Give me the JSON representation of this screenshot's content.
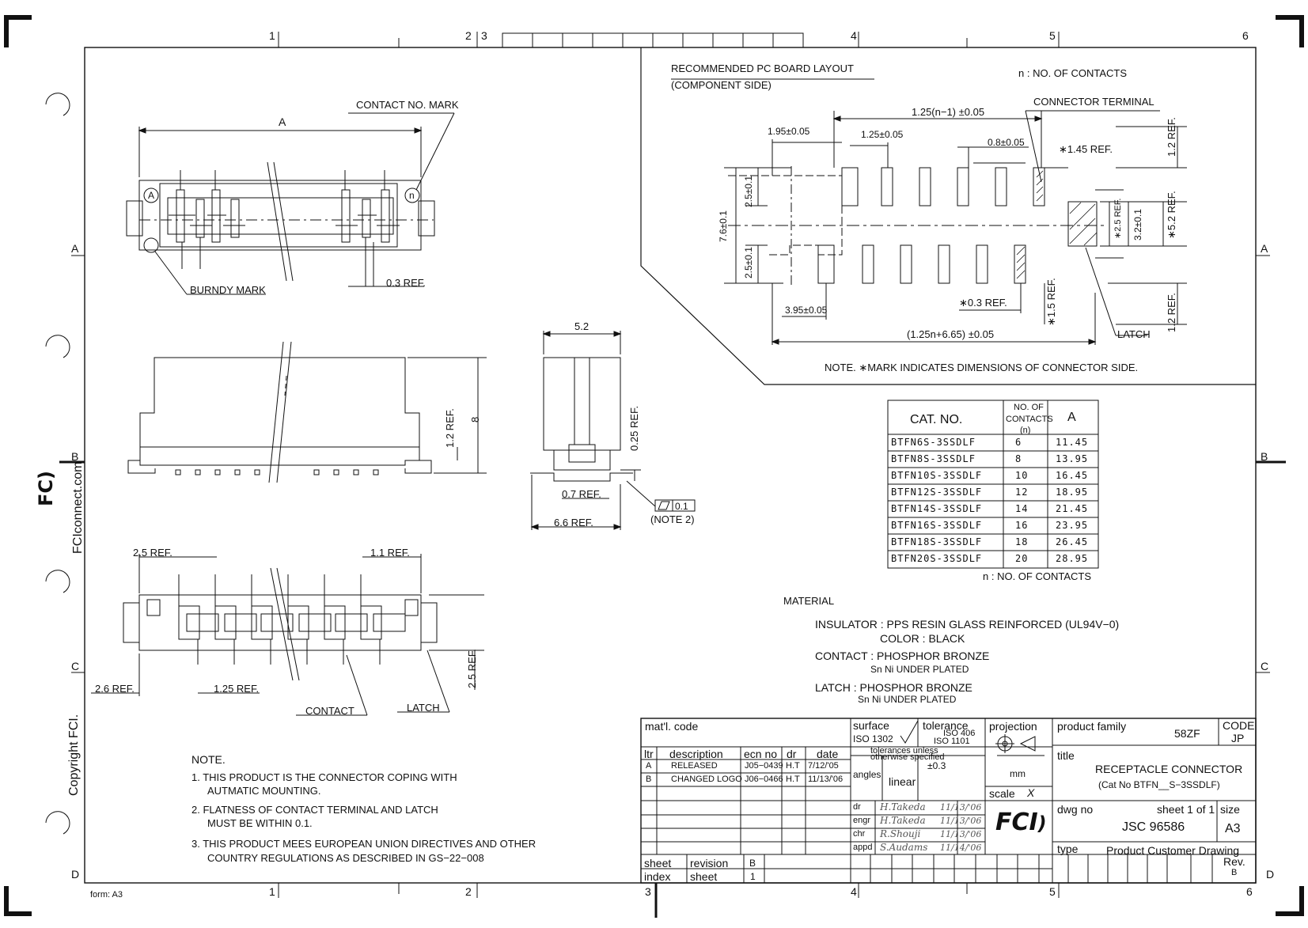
{
  "frame": {
    "cols_top": [
      "1",
      "2",
      "3",
      "4",
      "5",
      "6"
    ],
    "cols_bottom": [
      "1",
      "2",
      "3",
      "4",
      "5",
      "6"
    ],
    "rows": [
      "A",
      "B",
      "C",
      "D"
    ],
    "form": "form: A3",
    "side_url": "FCIconnect.com",
    "side_copyright": "Copyright FCI."
  },
  "top_view": {
    "dim_a": "A",
    "contact_no_mark": "CONTACT NO. MARK",
    "burndy_mark": "BURNDY MARK",
    "dim_03": "0.3 REF.",
    "circle_a": "A",
    "circle_n": "n"
  },
  "side_view": {
    "dim_12": "1.2 REF.",
    "dim_8": "8"
  },
  "end_view": {
    "dim_52": "5.2",
    "dim_025": "0.25 REF.",
    "dim_07": "0.7 REF.",
    "dim_66": "6.6 REF.",
    "flatness": "0.1",
    "note2": "(NOTE 2)"
  },
  "bottom_view": {
    "dim_25": "2.5 REF.",
    "dim_11": "1.1 REF.",
    "dim_26": "2.6 REF.",
    "dim_125": "1.25 REF.",
    "dim_25v": "2.5 REF.",
    "contact": "CONTACT",
    "latch": "LATCH"
  },
  "pcb": {
    "title1": "RECOMMENDED PC BOARD LAYOUT",
    "title2": "(COMPONENT SIDE)",
    "n_contacts": "n : NO. OF CONTACTS",
    "connector_terminal": "CONNECTOR TERMINAL",
    "d_125n1": "1.25(n−1) ±0.05",
    "d_195": "1.95±0.05",
    "d_125": "1.25±0.05",
    "d_08": "0.8±0.05",
    "d_145": "∗1.45 REF.",
    "d_12a": "1.2 REF.",
    "d_25a": "2.5±0.1",
    "d_76": "7.6±0.1",
    "d_25b": "2.5±0.1",
    "d_25ref": "∗2.5 REF.",
    "d_32": "3.2±0.1",
    "d_52": "∗5.2 REF.",
    "d_03": "∗0.3 REF.",
    "d_15": "∗1.5 REF.",
    "d_395": "3.95±0.05",
    "d_total": "(1.25n+6.65) ±0.05",
    "latch": "LATCH",
    "d_12b": "1.2 REF.",
    "note": "NOTE. ∗MARK INDICATES DIMENSIONS OF CONNECTOR SIDE."
  },
  "cat_table": {
    "h_cat": "CAT. NO.",
    "h_no1": "NO. OF",
    "h_no2": "CONTACTS",
    "h_no3": "(n)",
    "h_a": "A",
    "rows": [
      {
        "cat": "BTFN6S-3SSDLF",
        "n": "6",
        "a": "11.45"
      },
      {
        "cat": "BTFN8S-3SSDLF",
        "n": "8",
        "a": "13.95"
      },
      {
        "cat": "BTFN10S-3SSDLF",
        "n": "10",
        "a": "16.45"
      },
      {
        "cat": "BTFN12S-3SSDLF",
        "n": "12",
        "a": "18.95"
      },
      {
        "cat": "BTFN14S-3SSDLF",
        "n": "14",
        "a": "21.45"
      },
      {
        "cat": "BTFN16S-3SSDLF",
        "n": "16",
        "a": "23.95"
      },
      {
        "cat": "BTFN18S-3SSDLF",
        "n": "18",
        "a": "26.45"
      },
      {
        "cat": "BTFN20S-3SSDLF",
        "n": "20",
        "a": "28.95"
      }
    ],
    "footer": "n : NO. OF CONTACTS"
  },
  "material": {
    "title": "MATERIAL",
    "insulator": "INSULATOR : PPS RESIN GLASS REINFORCED (UL94V−0)",
    "color": "COLOR : BLACK",
    "contact": "CONTACT : PHOSPHOR BRONZE",
    "contact_plating": "Sn Ni UNDER PLATED",
    "latch": "LATCH : PHOSPHOR BRONZE",
    "latch_plating": "Sn Ni UNDER PLATED"
  },
  "notes": {
    "title": "NOTE.",
    "n1a": "1. THIS PRODUCT IS THE CONNECTOR COPING WITH",
    "n1b": "AUTMATIC MOUNTING.",
    "n2a": "2. FLATNESS OF CONTACT TERMINAL AND LATCH",
    "n2b": "MUST BE WITHIN 0.1.",
    "n3a": "3. THIS PRODUCT MEES EUROPEAN UNION DIRECTIVES AND OTHER",
    "n3b": "COUNTRY REGULATIONS AS DESCRIBED IN GS−22−008"
  },
  "title_block": {
    "matl_code": "mat'l. code",
    "surface": "surface",
    "surface_iso": "ISO 1302",
    "tolerance": "tolerance",
    "iso406": "ISO 406",
    "iso1101": "ISO 1101",
    "projection": "projection",
    "product_family": "product  family",
    "product_family_val": "58ZF",
    "code": "CODE",
    "code_val": "JP",
    "h_ltr": "ltr",
    "h_desc": "description",
    "h_ecn": "ecn  no",
    "h_dr": "dr",
    "h_date": "date",
    "rev_rows": [
      {
        "ltr": "A",
        "desc": "RELEASED",
        "ecn": "J05−0439",
        "dr": "H.T",
        "date": "7/12/'05"
      },
      {
        "ltr": "B",
        "desc": "CHANGED LOGO",
        "ecn": "J06−0466",
        "dr": "H.T",
        "date": "11/13/'06"
      }
    ],
    "tol_unless1": "tolerances  unless",
    "tol_unless2": "otherwise  specified",
    "angles": "angles",
    "linear": "linear",
    "tol_val": "±0.3",
    "mm": "mm",
    "scale": "scale",
    "scale_val": "X",
    "title_lbl": "title",
    "title1": "RECEPTACLE CONNECTOR",
    "title2": "(Cat No BTFN__S−3SSDLF)",
    "dwg_no": "dwg no",
    "sheet_of": "sheet 1 of 1",
    "size": "size",
    "dwg_val": "JSC 96586",
    "size_val": "A3",
    "type_lbl": "type",
    "type_val": "Product Customer Drawing",
    "rev": "Rev.",
    "rev_val": "B",
    "sheet": "sheet",
    "index": "index",
    "revision": "revision",
    "sheet2": "sheet",
    "revision_val": "B",
    "sheet_val": "1",
    "sig_labels": [
      "dr",
      "engr",
      "chr",
      "appd"
    ],
    "sig_names": [
      "H.Takeda",
      "H.Takeda",
      "R.Shouji",
      "S.Audams"
    ],
    "sig_dates": [
      "11/13/'06",
      "11/13/'06",
      "11/13/'06",
      "11/14/'06"
    ],
    "logo": "FCI"
  }
}
